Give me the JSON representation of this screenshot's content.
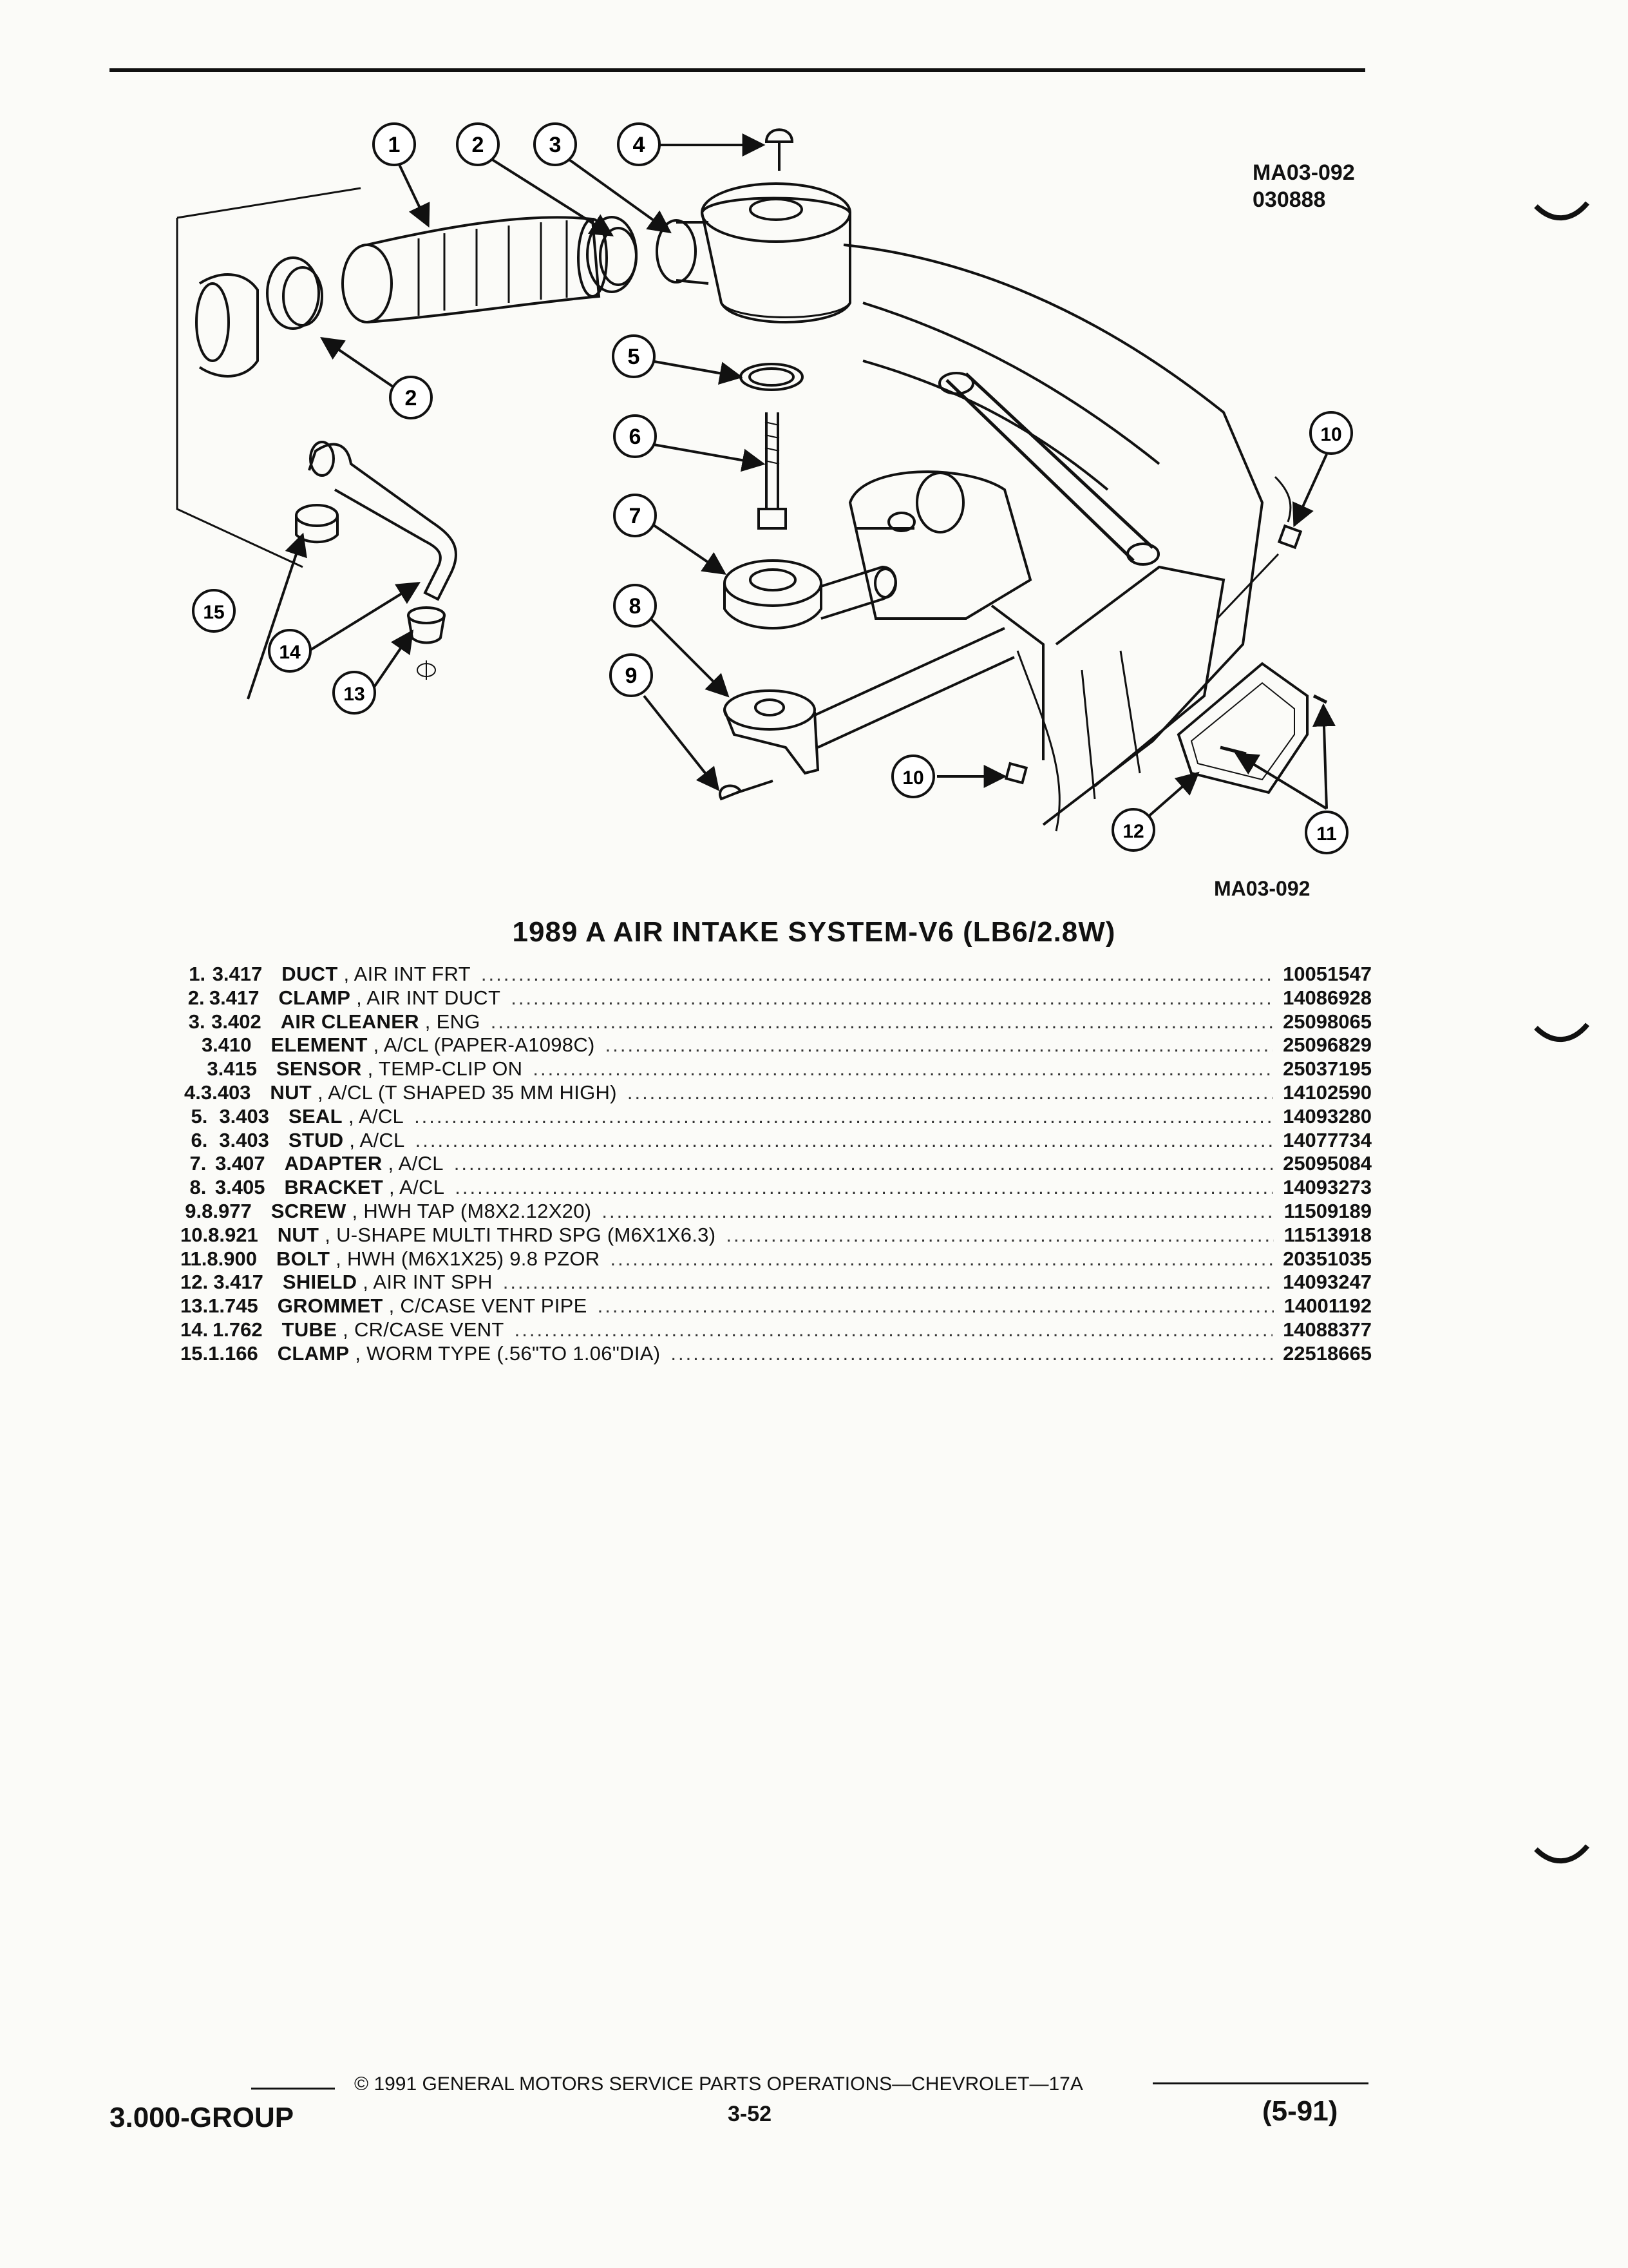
{
  "figure": {
    "id_top": "MA03-092",
    "date_code": "030888",
    "id_bottom": "MA03-092"
  },
  "callouts": [
    "1",
    "2",
    "3",
    "4",
    "5",
    "6",
    "7",
    "8",
    "9",
    "10",
    "11",
    "12",
    "13",
    "14",
    "15"
  ],
  "title": "1989 A AIR INTAKE SYSTEM-V6 (LB6/2.8W)",
  "parts": [
    {
      "num": "1.",
      "code": "3.417",
      "name": "DUCT",
      "detail": "AIR INT FRT",
      "pn": "10051547"
    },
    {
      "num": "2.",
      "code": "3.417",
      "name": "CLAMP",
      "detail": "AIR INT DUCT",
      "pn": "14086928"
    },
    {
      "num": "3.",
      "code": "3.402",
      "name": "AIR CLEANER",
      "detail": "ENG",
      "pn": "25098065"
    },
    {
      "num": "",
      "code": "3.410",
      "name": "ELEMENT",
      "detail": "A/CL (PAPER-A1098C)",
      "pn": "25096829"
    },
    {
      "num": "",
      "code": "3.415",
      "name": "SENSOR",
      "detail": "TEMP-CLIP ON",
      "pn": "25037195"
    },
    {
      "num": "4.",
      "code": "3.403",
      "name": "NUT",
      "detail": "A/CL (T SHAPED 35 MM HIGH)",
      "pn": "14102590"
    },
    {
      "num": "5.",
      "code": "3.403",
      "name": "SEAL",
      "detail": "A/CL",
      "pn": "14093280"
    },
    {
      "num": "6.",
      "code": "3.403",
      "name": "STUD",
      "detail": "A/CL",
      "pn": "14077734"
    },
    {
      "num": "7.",
      "code": "3.407",
      "name": "ADAPTER",
      "detail": "A/CL",
      "pn": "25095084"
    },
    {
      "num": "8.",
      "code": "3.405",
      "name": "BRACKET",
      "detail": "A/CL",
      "pn": "14093273"
    },
    {
      "num": "9.",
      "code": "8.977",
      "name": "SCREW",
      "detail": "HWH TAP (M8X2.12X20)",
      "pn": "11509189"
    },
    {
      "num": "10.",
      "code": "8.921",
      "name": "NUT",
      "detail": "U-SHAPE MULTI THRD SPG (M6X1X6.3)",
      "pn": "11513918"
    },
    {
      "num": "11.",
      "code": "8.900",
      "name": "BOLT",
      "detail": "HWH (M6X1X25) 9.8 PZOR",
      "pn": "20351035"
    },
    {
      "num": "12.",
      "code": "3.417",
      "name": "SHIELD",
      "detail": "AIR INT SPH",
      "pn": "14093247"
    },
    {
      "num": "13.",
      "code": "1.745",
      "name": "GROMMET",
      "detail": "C/CASE VENT PIPE",
      "pn": "14001192"
    },
    {
      "num": "14.",
      "code": "1.762",
      "name": "TUBE",
      "detail": "CR/CASE VENT",
      "pn": "14088377"
    },
    {
      "num": "15.",
      "code": "1.166",
      "name": "CLAMP",
      "detail": "WORM TYPE (.56\"TO 1.06\"DIA)",
      "pn": "22518665"
    }
  ],
  "footer": {
    "copyright": "© 1991 GENERAL MOTORS SERVICE PARTS OPERATIONS—CHEVROLET—17A",
    "group": "3.000-GROUP",
    "page": "3-52",
    "revision": "(5-91)"
  }
}
